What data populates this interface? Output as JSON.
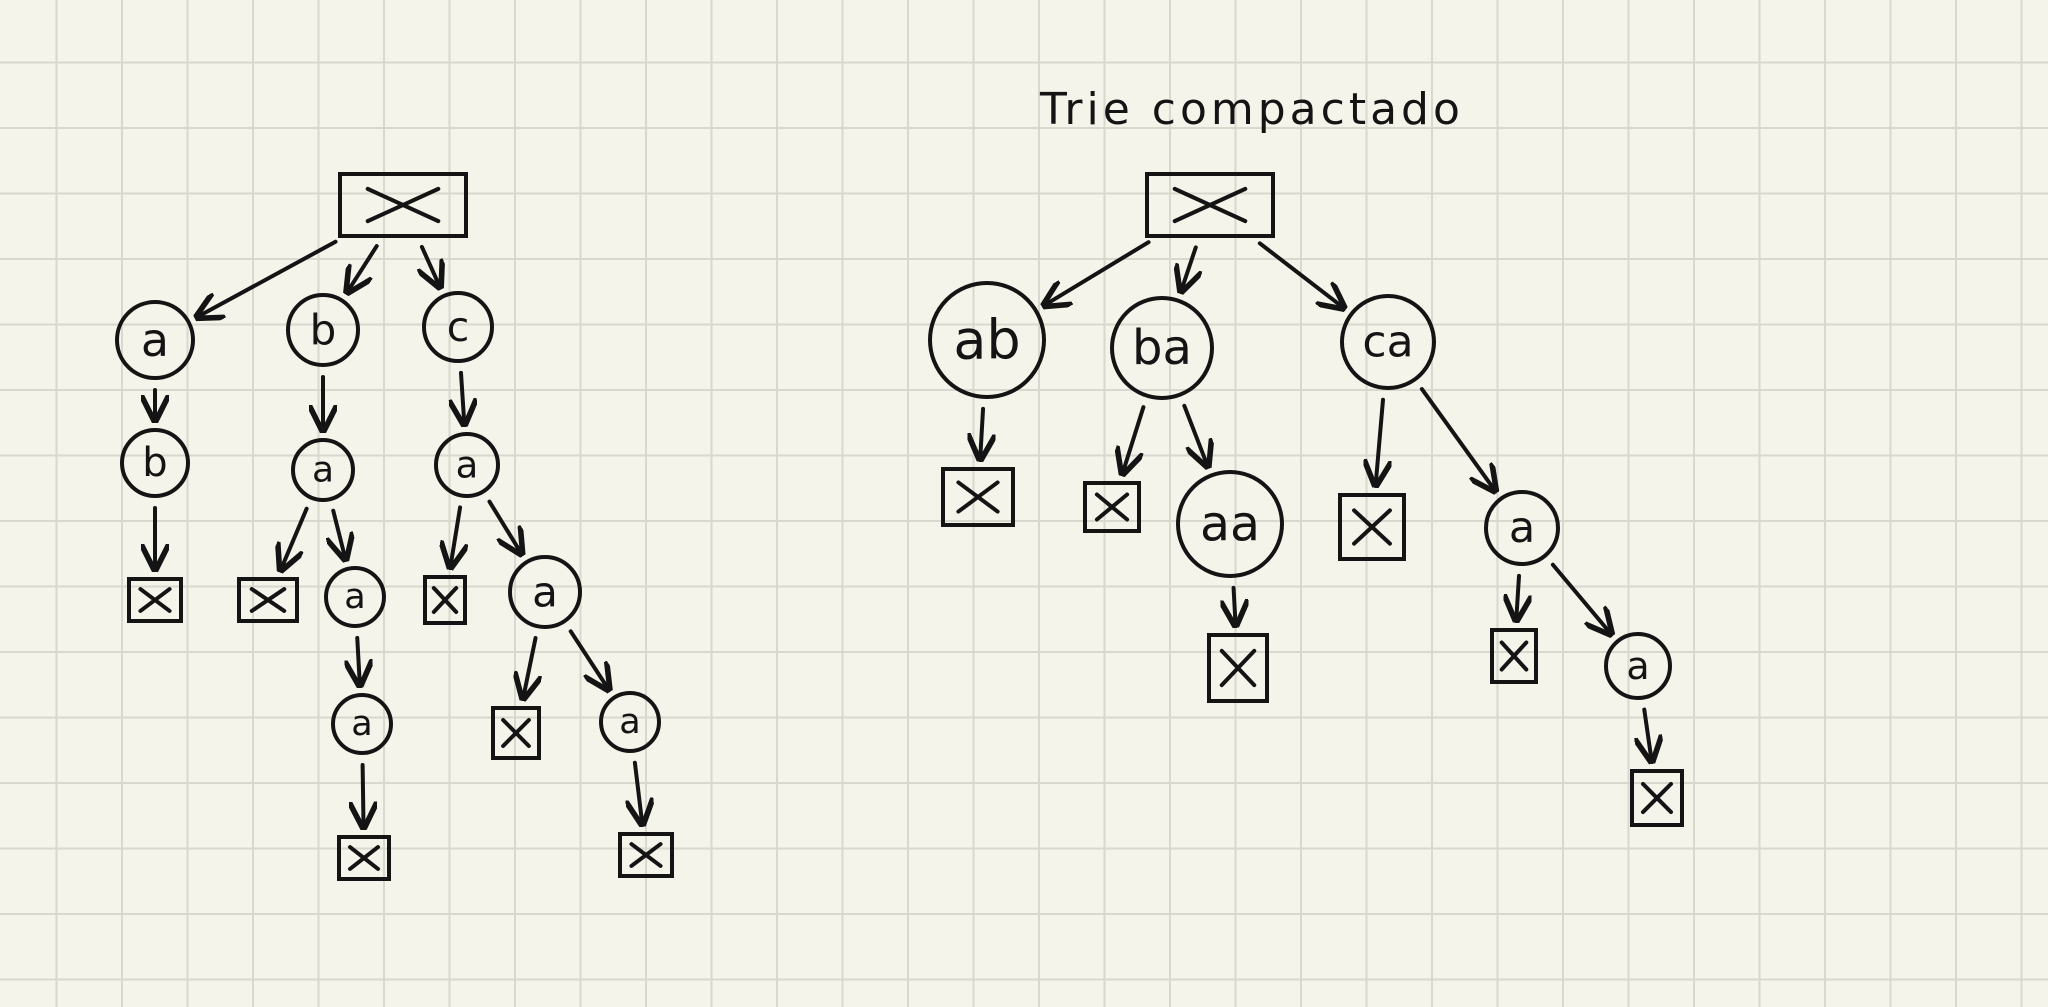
{
  "title": "Trie compactado",
  "colors": {
    "ink": "#141414",
    "paper": "#f5f4ea",
    "grid": "#d9d8cf"
  },
  "tries": [
    {
      "id": "trie",
      "nodes": [
        {
          "id": "r",
          "label": "",
          "kind": "end"
        },
        {
          "id": "a",
          "label": "a",
          "kind": "char"
        },
        {
          "id": "b",
          "label": "b",
          "kind": "char"
        },
        {
          "id": "c",
          "label": "c",
          "kind": "char"
        },
        {
          "id": "ab",
          "label": "b",
          "kind": "char"
        },
        {
          "id": "abx",
          "label": "",
          "kind": "end"
        },
        {
          "id": "ba",
          "label": "a",
          "kind": "char"
        },
        {
          "id": "bax",
          "label": "",
          "kind": "end"
        },
        {
          "id": "baa",
          "label": "a",
          "kind": "char"
        },
        {
          "id": "baaa",
          "label": "a",
          "kind": "char"
        },
        {
          "id": "baaax",
          "label": "",
          "kind": "end"
        },
        {
          "id": "ca",
          "label": "a",
          "kind": "char"
        },
        {
          "id": "cax",
          "label": "",
          "kind": "end"
        },
        {
          "id": "caa",
          "label": "a",
          "kind": "char"
        },
        {
          "id": "caax",
          "label": "",
          "kind": "end"
        },
        {
          "id": "caaa",
          "label": "a",
          "kind": "char"
        },
        {
          "id": "caaax",
          "label": "",
          "kind": "end"
        }
      ],
      "edges": [
        [
          "r",
          "a"
        ],
        [
          "r",
          "b"
        ],
        [
          "r",
          "c"
        ],
        [
          "a",
          "ab"
        ],
        [
          "ab",
          "abx"
        ],
        [
          "b",
          "ba"
        ],
        [
          "ba",
          "bax"
        ],
        [
          "ba",
          "baa"
        ],
        [
          "baa",
          "baaa"
        ],
        [
          "baaa",
          "baaax"
        ],
        [
          "c",
          "ca"
        ],
        [
          "ca",
          "cax"
        ],
        [
          "ca",
          "caa"
        ],
        [
          "caa",
          "caax"
        ],
        [
          "caa",
          "caaa"
        ],
        [
          "caaa",
          "caaax"
        ]
      ]
    },
    {
      "id": "compact",
      "nodes": [
        {
          "id": "r",
          "label": "",
          "kind": "end"
        },
        {
          "id": "ab",
          "label": "ab",
          "kind": "char"
        },
        {
          "id": "ba",
          "label": "ba",
          "kind": "char"
        },
        {
          "id": "ca",
          "label": "ca",
          "kind": "char"
        },
        {
          "id": "abx",
          "label": "",
          "kind": "end"
        },
        {
          "id": "bax",
          "label": "",
          "kind": "end"
        },
        {
          "id": "baa",
          "label": "aa",
          "kind": "char"
        },
        {
          "id": "baax",
          "label": "",
          "kind": "end"
        },
        {
          "id": "cax",
          "label": "",
          "kind": "end"
        },
        {
          "id": "caa",
          "label": "a",
          "kind": "char"
        },
        {
          "id": "caax",
          "label": "",
          "kind": "end"
        },
        {
          "id": "caaa",
          "label": "a",
          "kind": "char"
        },
        {
          "id": "caaax",
          "label": "",
          "kind": "end"
        }
      ],
      "edges": [
        [
          "r",
          "ab"
        ],
        [
          "r",
          "ba"
        ],
        [
          "r",
          "ca"
        ],
        [
          "ab",
          "abx"
        ],
        [
          "ba",
          "bax"
        ],
        [
          "ba",
          "baa"
        ],
        [
          "baa",
          "baax"
        ],
        [
          "ca",
          "cax"
        ],
        [
          "ca",
          "caa"
        ],
        [
          "caa",
          "caax"
        ],
        [
          "caa",
          "caaa"
        ],
        [
          "caaa",
          "caaax"
        ]
      ]
    }
  ]
}
